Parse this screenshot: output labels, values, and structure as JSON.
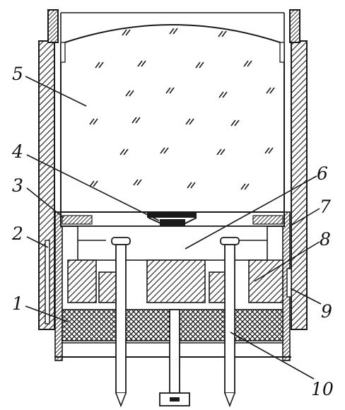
{
  "diagram": {
    "callouts": [
      {
        "id": "1",
        "label": "1"
      },
      {
        "id": "2",
        "label": "2"
      },
      {
        "id": "3",
        "label": "3"
      },
      {
        "id": "4",
        "label": "4"
      },
      {
        "id": "5",
        "label": "5"
      },
      {
        "id": "6",
        "label": "6"
      },
      {
        "id": "7",
        "label": "7"
      },
      {
        "id": "8",
        "label": "8"
      },
      {
        "id": "9",
        "label": "9"
      },
      {
        "id": "10",
        "label": "10"
      }
    ],
    "colors": {
      "ink": "#1a1a1a",
      "background": "#ffffff"
    }
  }
}
